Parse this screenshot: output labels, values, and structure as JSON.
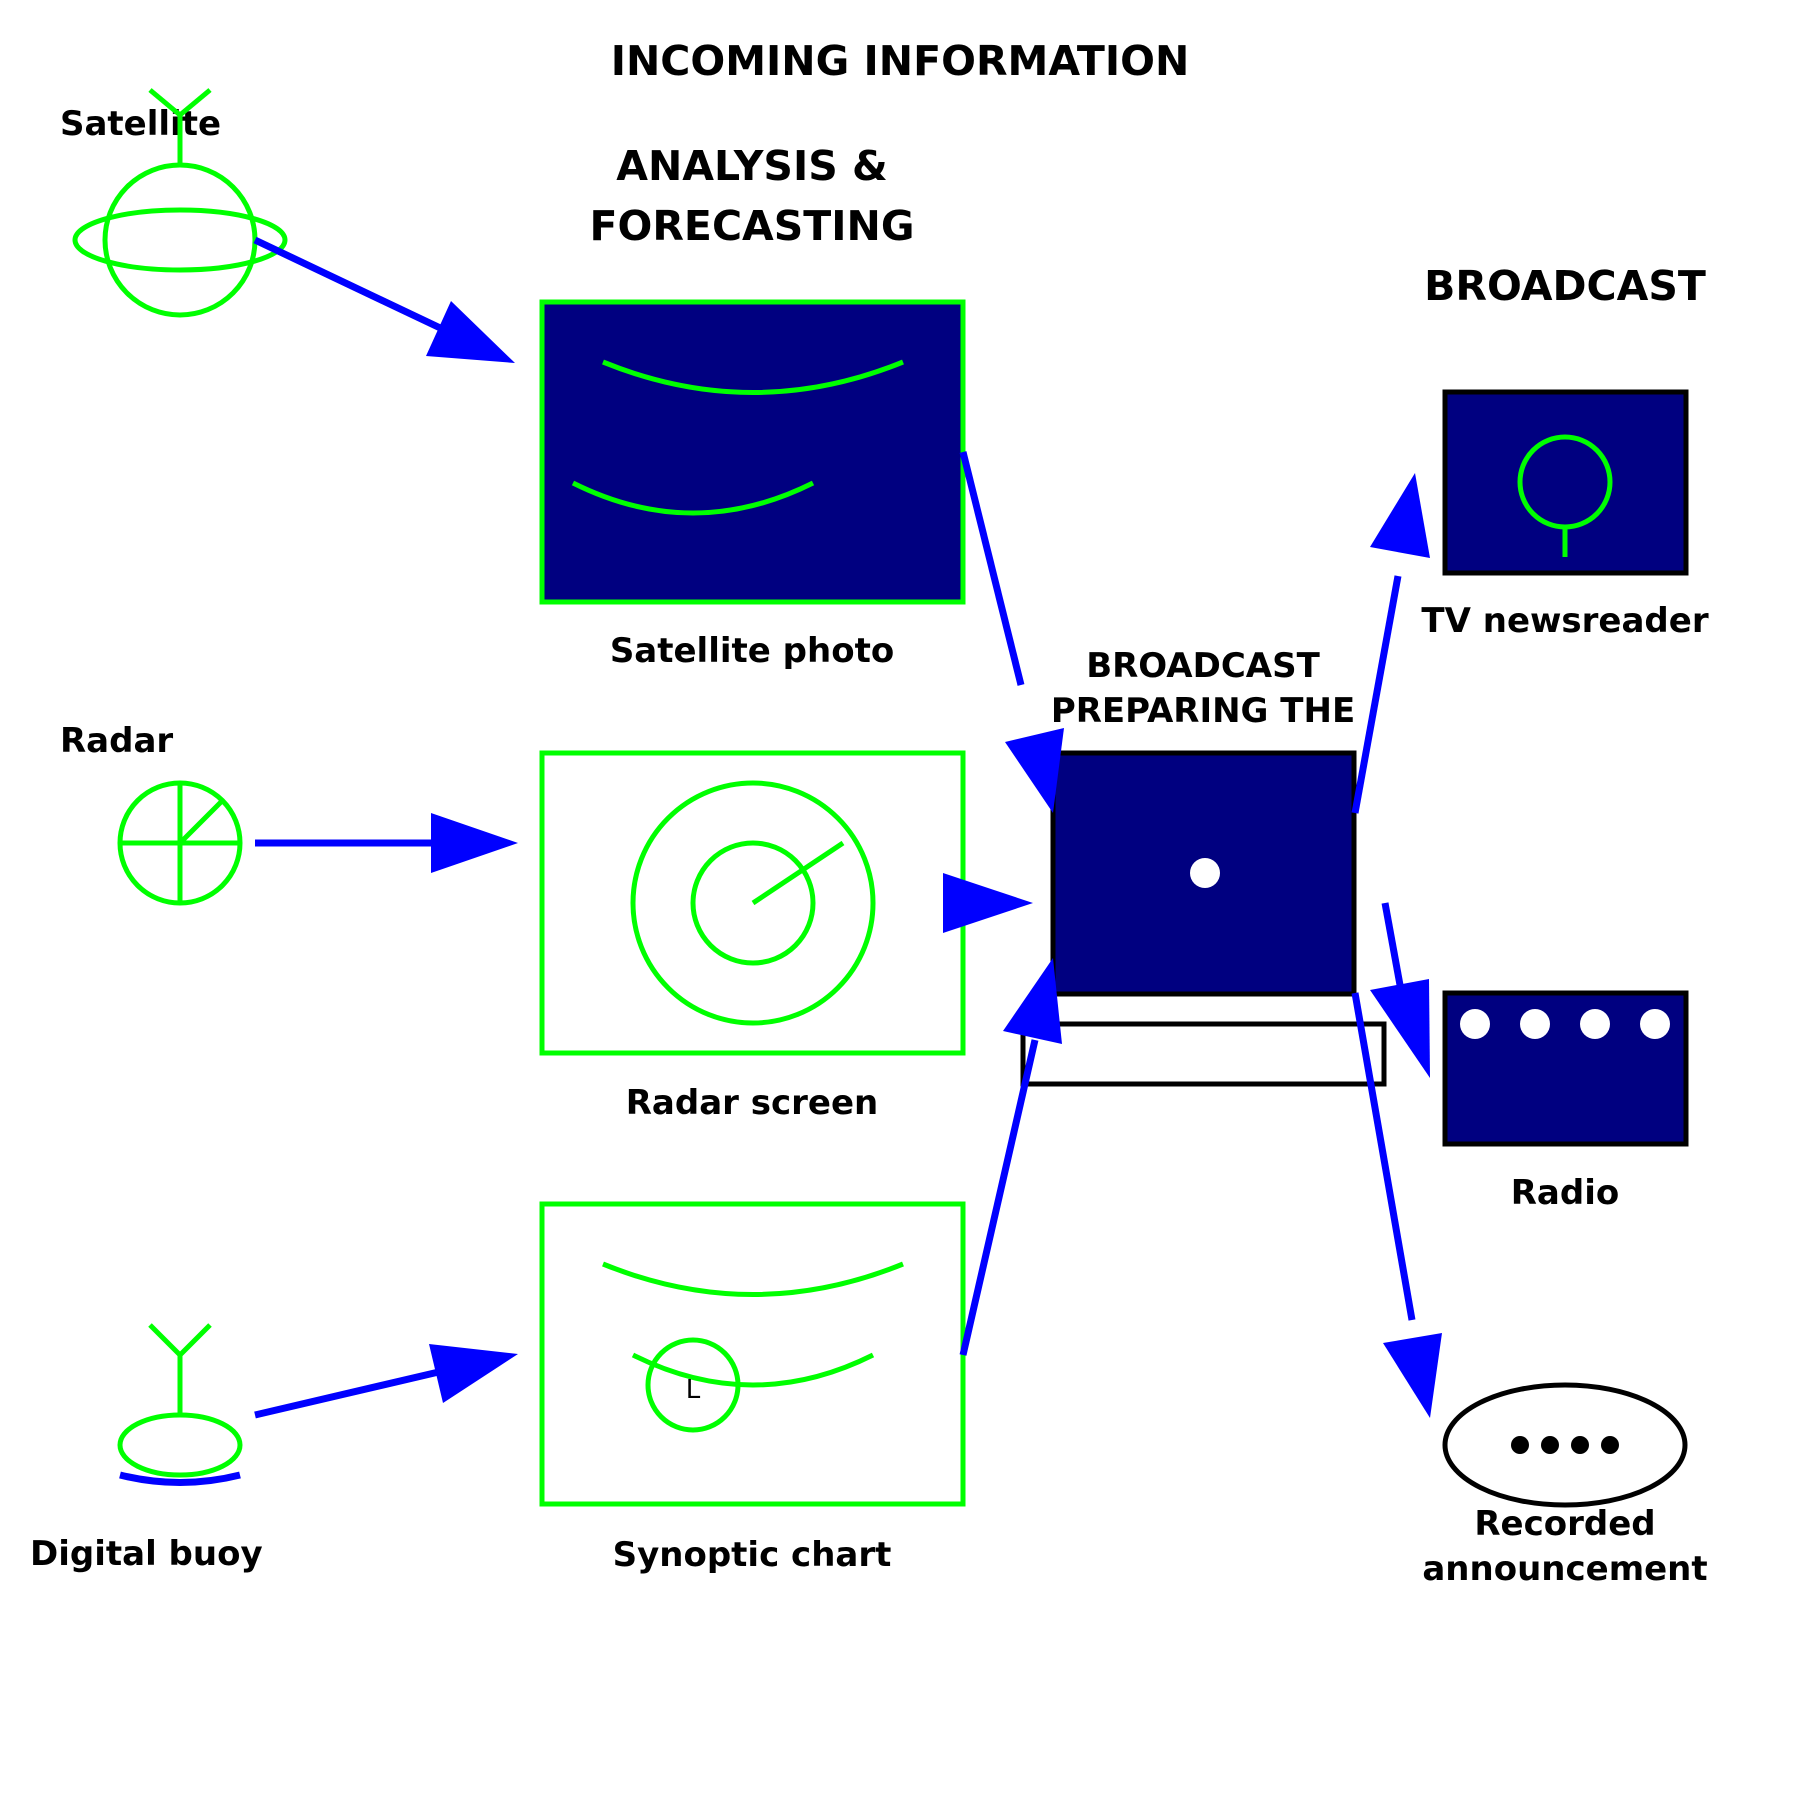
{
  "headers": {
    "incoming": "INCOMING INFORMATION",
    "analysis_line1": "ANALYSIS &",
    "analysis_line2": "FORECASTING",
    "broadcast": "BROADCAST",
    "preparing_line1": "BROADCAST",
    "preparing_line2": "PREPARING THE"
  },
  "sources": {
    "satellite": "Satellite",
    "radar": "Radar",
    "buoy": "Digital buoy"
  },
  "analysis": {
    "satellite_photo": "Satellite photo",
    "radar_screen": "Radar screen",
    "synoptic_chart": "Synoptic chart",
    "low_marker": "L"
  },
  "outputs": {
    "tv": "TV newsreader",
    "radio": "Radio",
    "recorded_line1": "Recorded",
    "recorded_line2": "announcement"
  },
  "colors": {
    "accent_green": "#00ff00",
    "arrow_blue": "#0000ff",
    "screen_navy": "#000080"
  }
}
